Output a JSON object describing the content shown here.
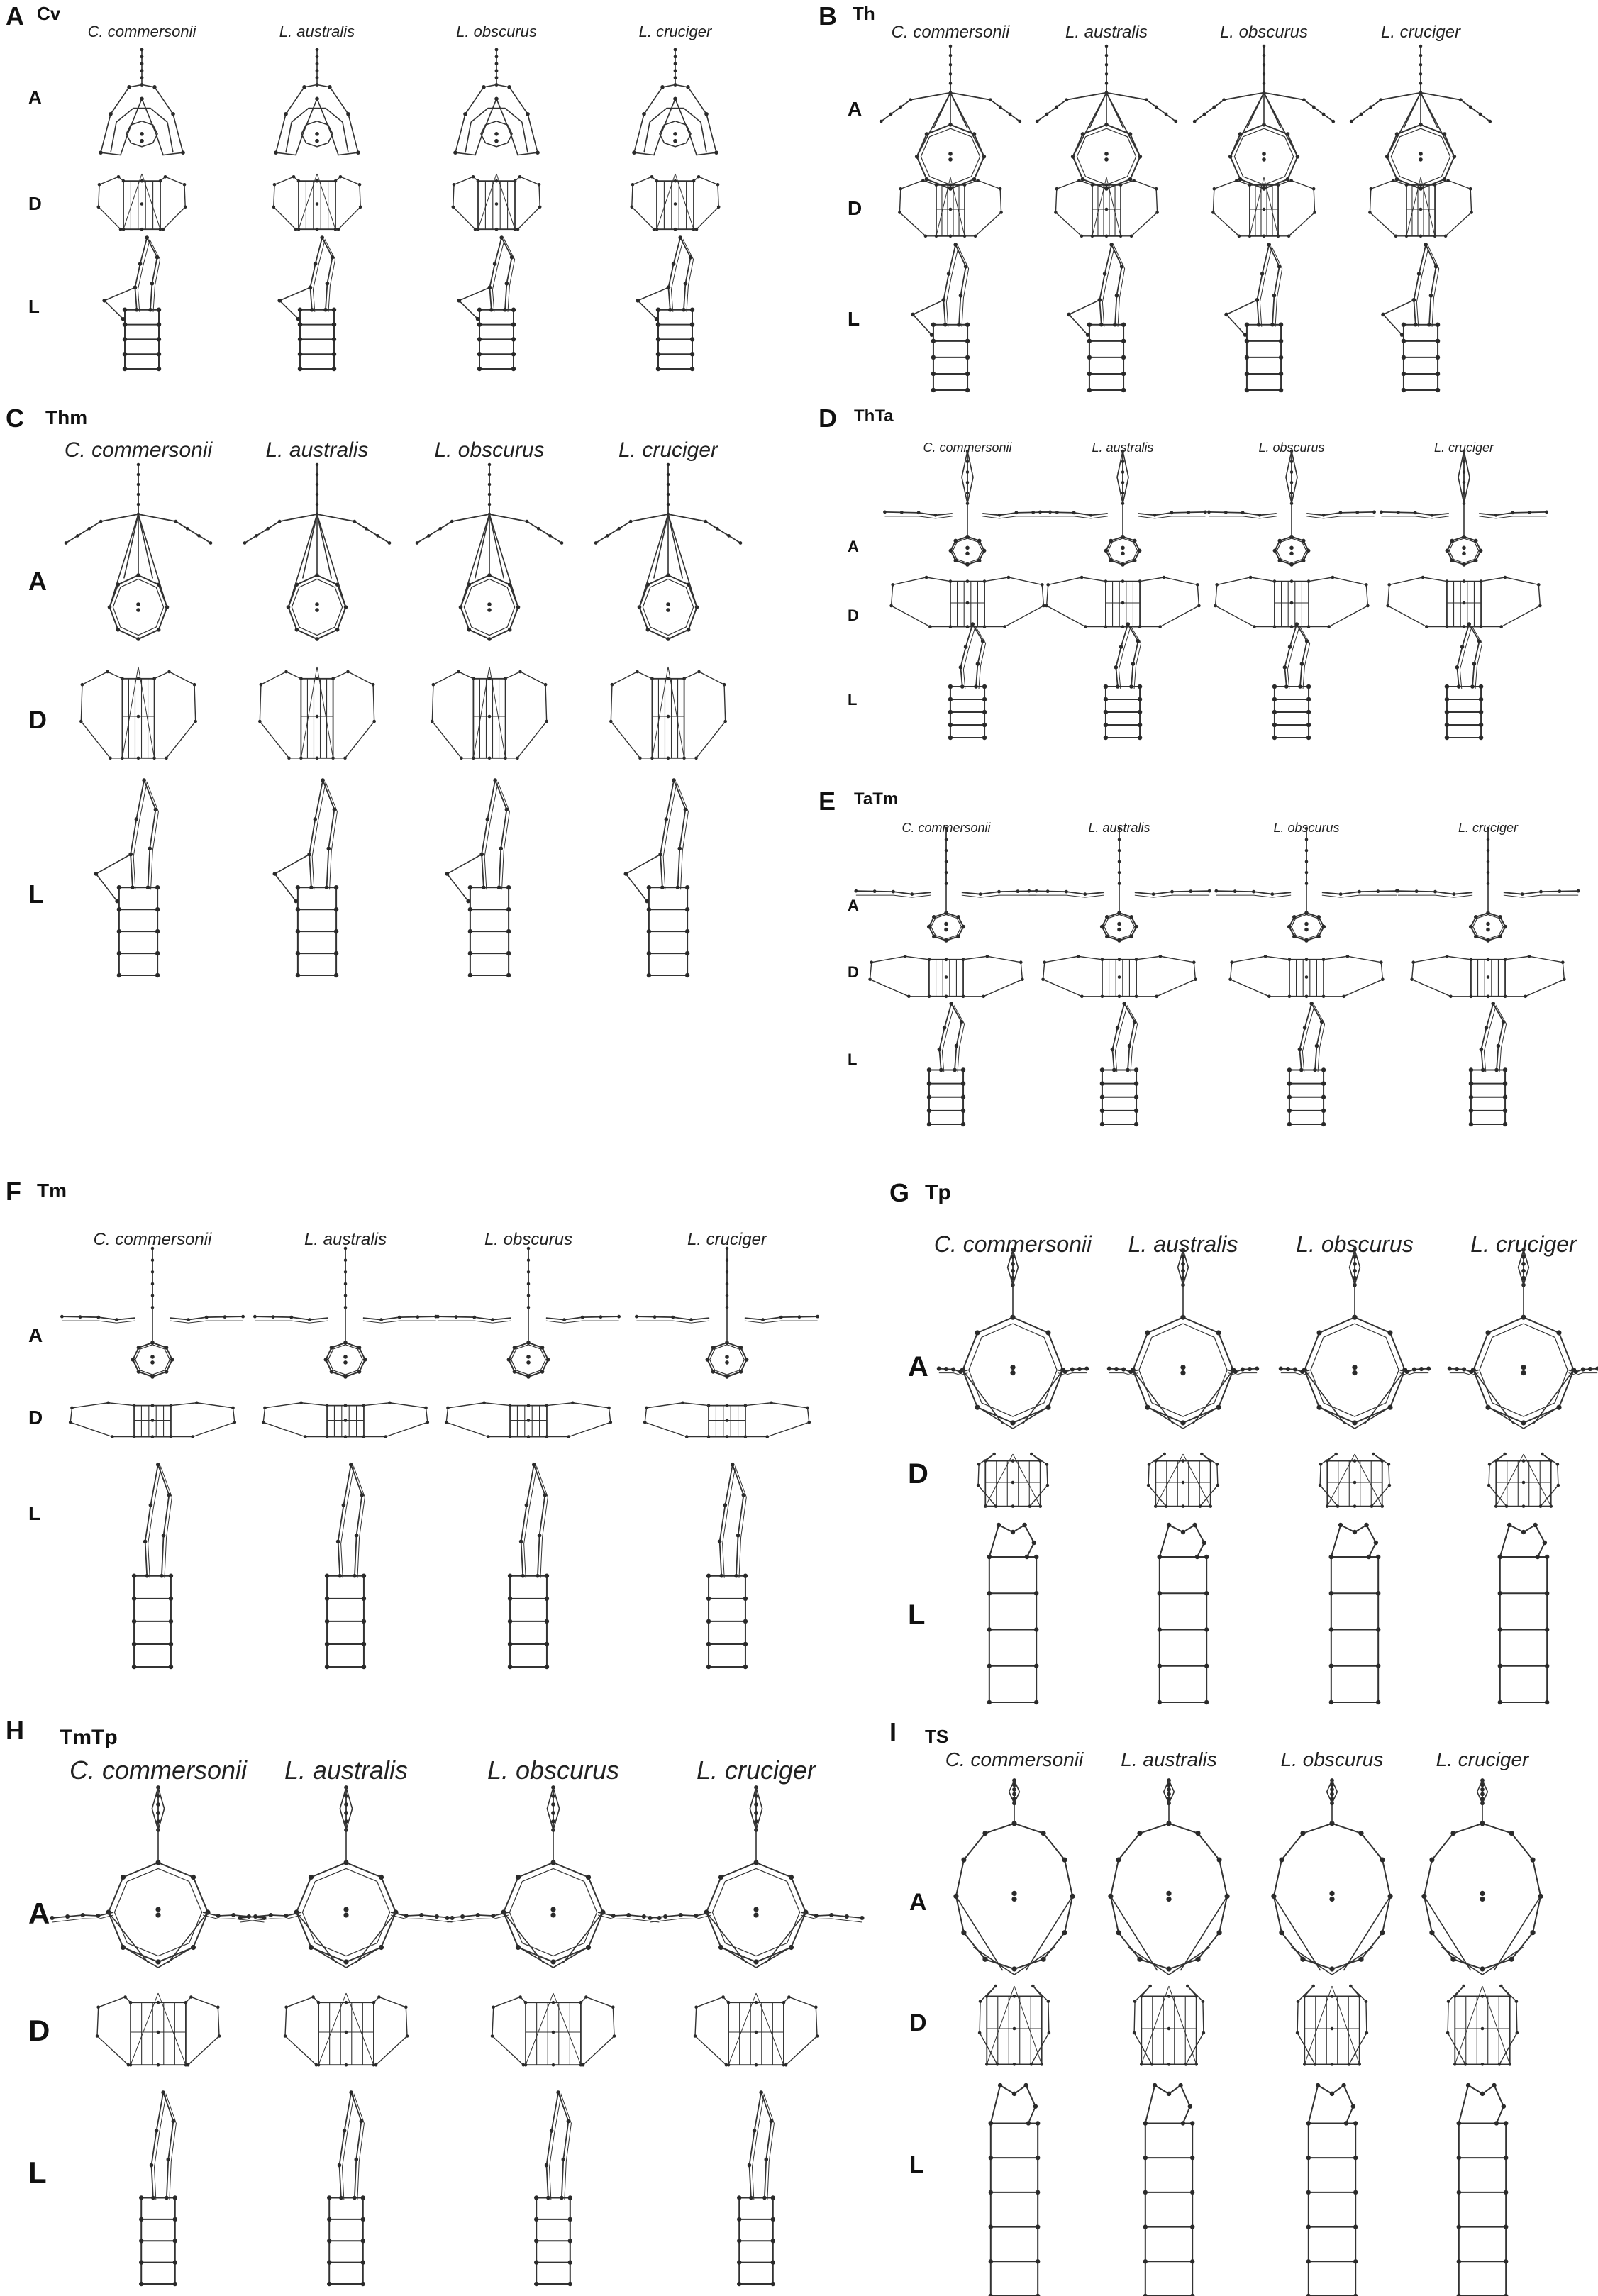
{
  "views": [
    "A",
    "D",
    "L"
  ],
  "species": [
    "C. commersonii",
    "L. australis",
    "L. obscurus",
    "L. cruciger"
  ],
  "panels": [
    {
      "letter": "A",
      "vertebra": "Cv",
      "type": "cv"
    },
    {
      "letter": "B",
      "vertebra": "Th",
      "type": "th"
    },
    {
      "letter": "C",
      "vertebra": "Thm",
      "type": "thm"
    },
    {
      "letter": "D",
      "vertebra": "ThTa",
      "type": "thta"
    },
    {
      "letter": "E",
      "vertebra": "TaTm",
      "type": "tatm"
    },
    {
      "letter": "F",
      "vertebra": "Tm",
      "type": "tm"
    },
    {
      "letter": "G",
      "vertebra": "Tp",
      "type": "tp"
    },
    {
      "letter": "H",
      "vertebra": "TmTp",
      "type": "tmtp"
    },
    {
      "letter": "I",
      "vertebra": "TS",
      "type": "ts"
    }
  ],
  "style": {
    "stroke": "#333333",
    "node": "#2a2a2a"
  }
}
